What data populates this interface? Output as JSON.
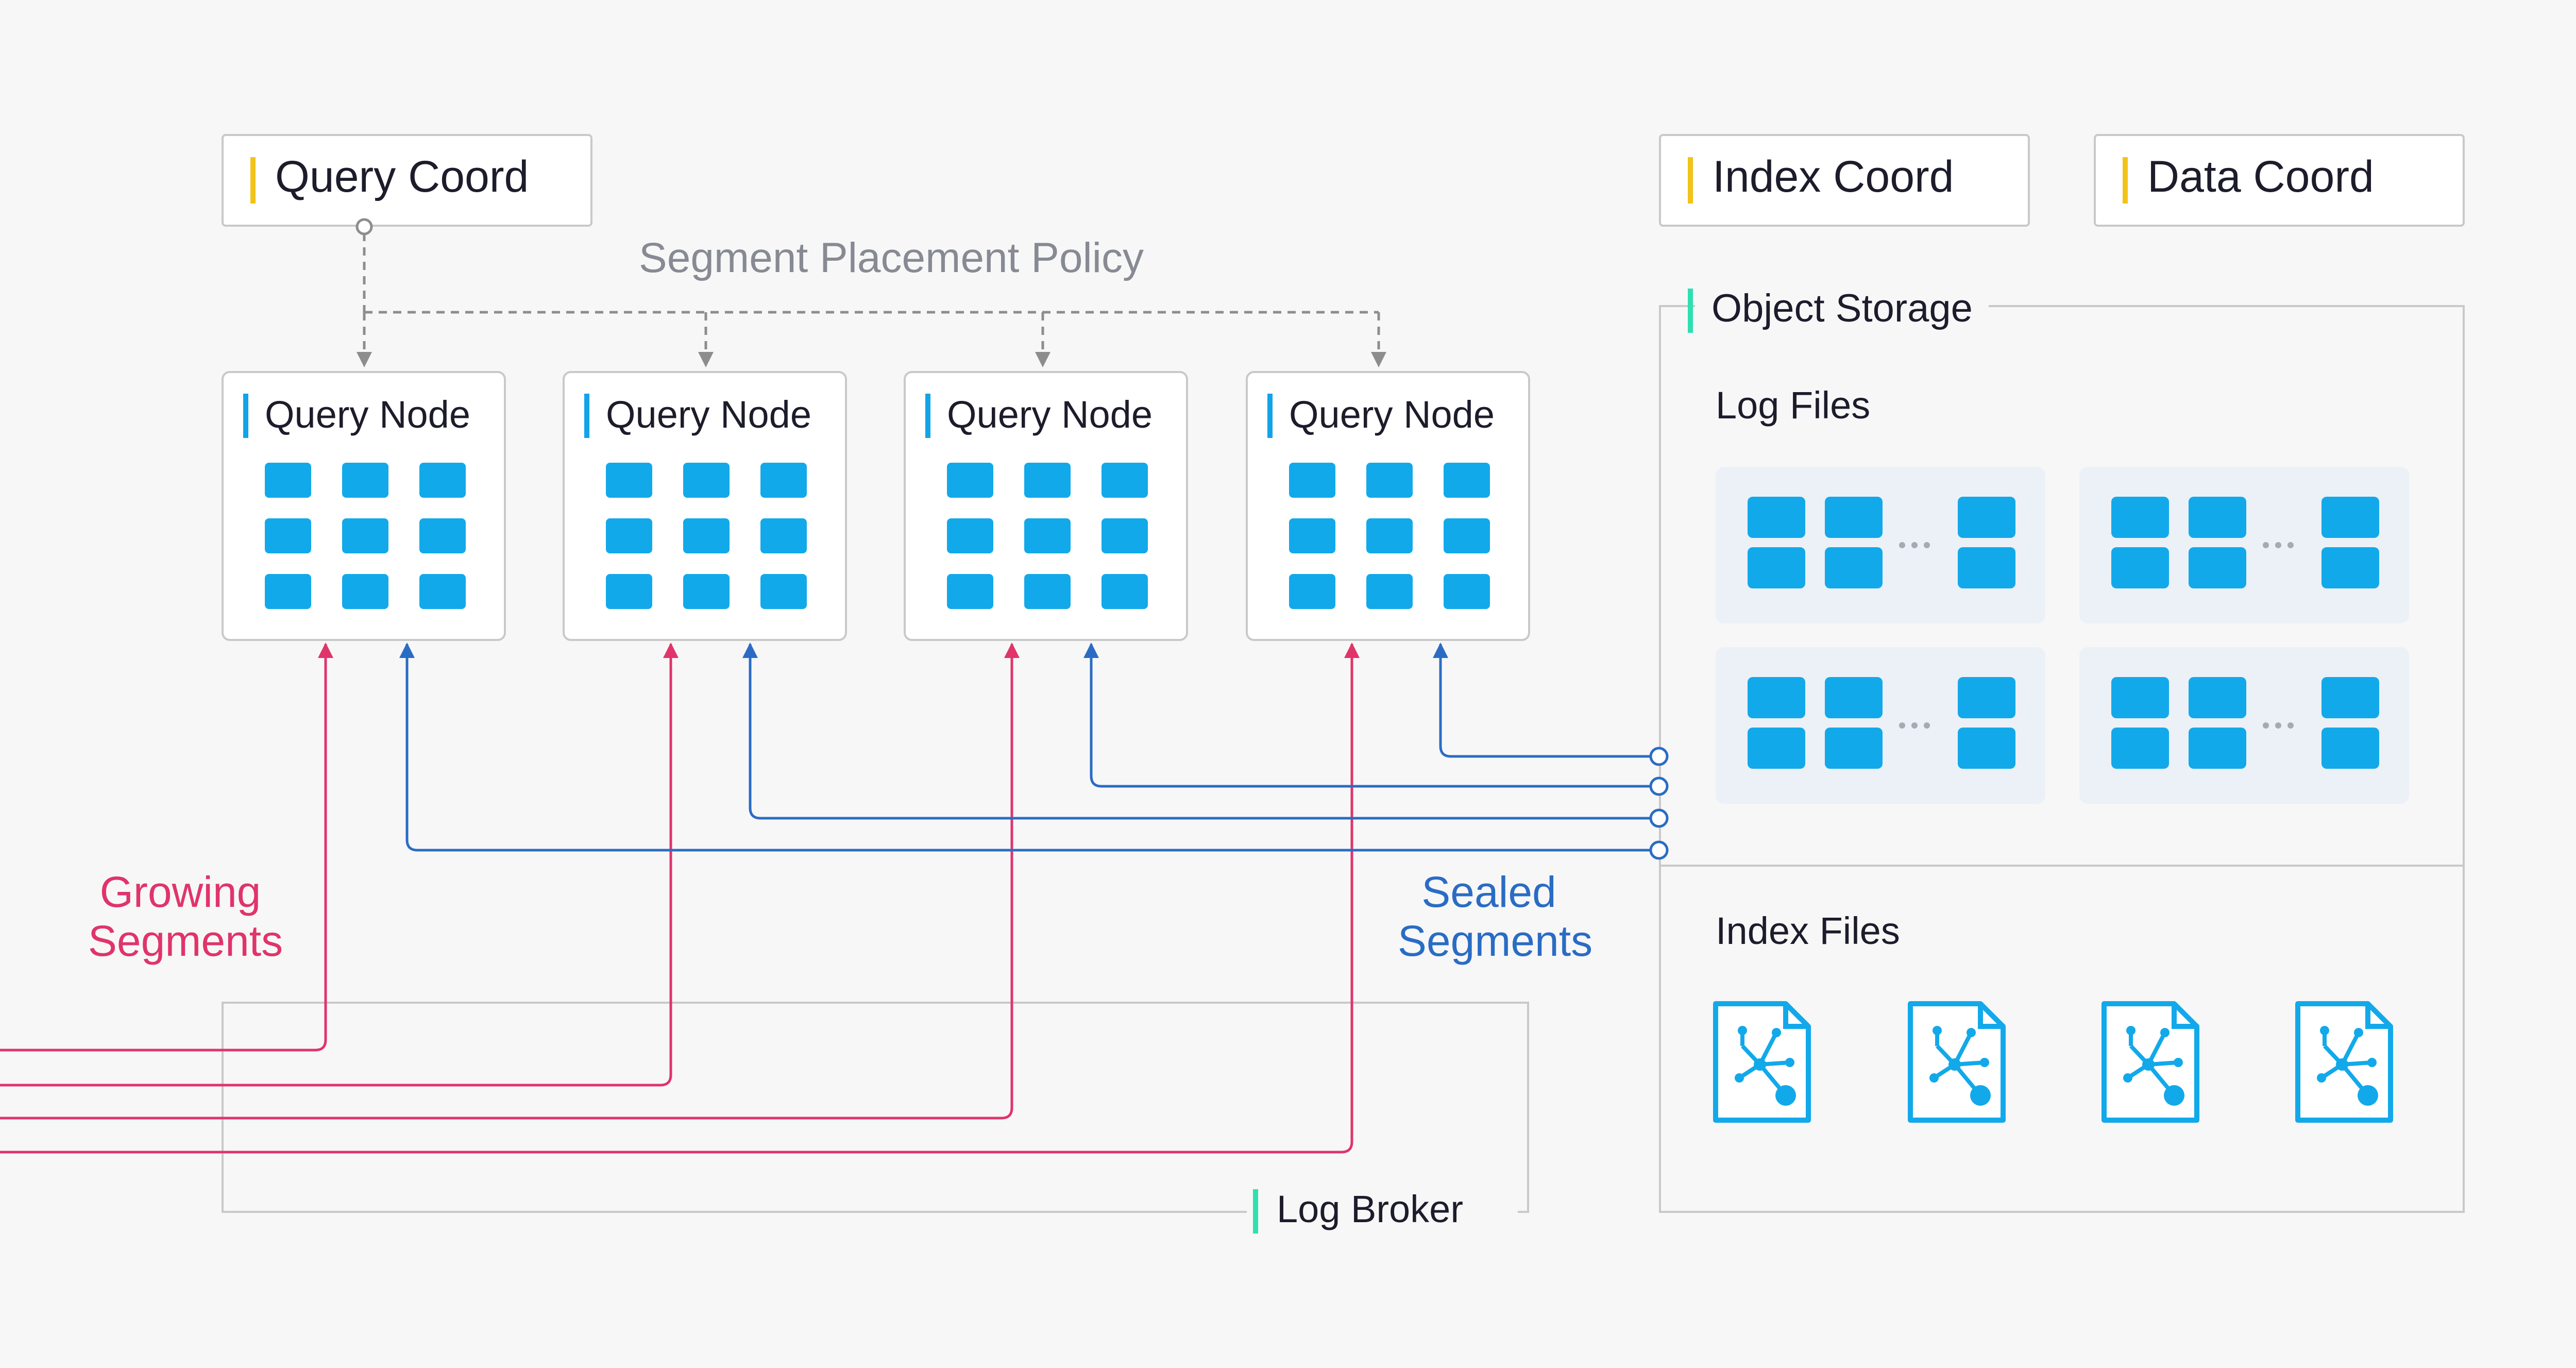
{
  "coords": {
    "query": "Query Coord",
    "index": "Index Coord",
    "data": "Data Coord"
  },
  "policy_label": "Segment Placement Policy",
  "query_nodes": [
    {
      "label": "Query Node"
    },
    {
      "label": "Query Node"
    },
    {
      "label": "Query Node"
    },
    {
      "label": "Query Node"
    }
  ],
  "object_storage": {
    "title": "Object Storage",
    "log_files_label": "Log Files",
    "index_files_label": "Index Files",
    "log_file_group_count": 4,
    "index_file_count": 4
  },
  "growing_label": [
    "Growing",
    "Segments"
  ],
  "sealed_label": [
    "Sealed",
    "Segments"
  ],
  "log_broker": "Log Broker",
  "colors": {
    "coord_accent": "#f2c318",
    "node_accent": "#12a3e8",
    "storage_accent": "#2ee0b0",
    "segment_block": "#12a9ea",
    "growing": "#e0346a",
    "sealed": "#2a6cc4",
    "policy_line": "#8d8d8d",
    "box_border": "#c9c9c9",
    "box_fill": "#ffffff",
    "log_tile": "#ecf1f7",
    "text": "#1c1c2b",
    "muted_text": "#888a93"
  }
}
